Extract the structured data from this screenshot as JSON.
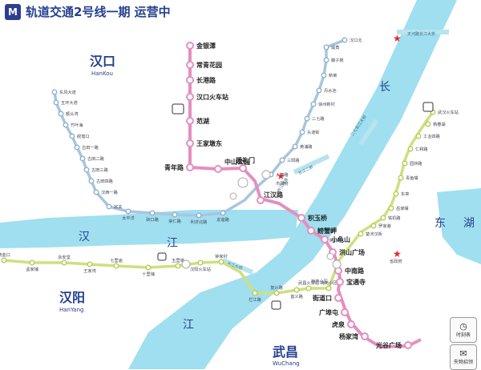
{
  "header": {
    "logo_text": "M",
    "title": "轨道交通2号线一期 运营中"
  },
  "districts": [
    {
      "name": "汉口",
      "pinyin": "HanKou"
    },
    {
      "name": "汉阳",
      "pinyin": "HanYang"
    },
    {
      "name": "武昌",
      "pinyin": "WuChang"
    }
  ],
  "rivers": {
    "chang": "长",
    "jiang_right": "江",
    "han": "汉",
    "jiang_left": "江",
    "jiang_bottom": "江",
    "lake1": "东",
    "lake2": "湖"
  },
  "bridges": [
    "天河路长江大桥",
    "二七长江大桥",
    "长江二桥",
    "长江大桥",
    "长江隧道"
  ],
  "landmarks": [
    {
      "label": "市政府"
    },
    {
      "label": "省政府"
    }
  ],
  "line2_stations": [
    "金银潭",
    "常青花园",
    "长港路",
    "汉口火车站",
    "范湖",
    "王家墩东",
    "青年路",
    "中山公园",
    "循礼门",
    "江汉路",
    "积玉桥",
    "螃蟹岬",
    "小龟山",
    "洪山广场",
    "中南路",
    "宝通寺",
    "街道口",
    "广埠屯",
    "虎泉",
    "杨家湾",
    "光谷广场"
  ],
  "line1_stations": [
    "东风大道",
    "五环大道",
    "额头湾",
    "竹叶海",
    "舵落口",
    "古田一路",
    "古田二路",
    "古田三路",
    "古田四路",
    "汉西一路",
    "宗关",
    "太平洋",
    "硚口路",
    "崇仁路",
    "利济北路",
    "友谊路",
    "大智路",
    "三阳路",
    "黄浦路",
    "头道街",
    "二七路",
    "徐州新村",
    "丹水池",
    "新荣",
    "滕子岗",
    "堤角",
    "汉口北"
  ],
  "line4_stations": [
    "黄金口",
    "孟家铺",
    "永安堂",
    "王家湾",
    "七里庙",
    "十里铺",
    "五里墩",
    "汉阳火车站",
    "钟家村",
    "拦江路",
    "复兴路",
    "首义路",
    "武昌火车站",
    "梅苑小区"
  ],
  "line4_east": [
    "武汉火车站",
    "杨春湖",
    "工业四路",
    "仁和路",
    "园林路",
    "青鱼嘴",
    "东亭",
    "岳家嘴",
    "铁机路",
    "罗家港",
    "楚河汉街"
  ],
  "misc_labels": [
    "洪山路",
    "梅苑小区"
  ],
  "panels": {
    "timetable_label": "时刻表",
    "lost_found_label": "失物招领"
  },
  "colors": {
    "line2": "#e48fc0",
    "line1": "#a8c6de",
    "line4": "#cfe07d",
    "water": "#9fdff0",
    "brand": "#25408f",
    "landmark": "#e1272c"
  }
}
